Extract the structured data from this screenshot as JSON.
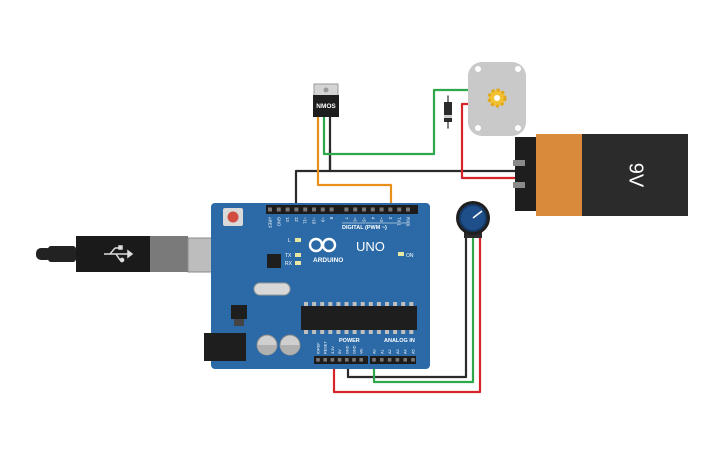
{
  "components": {
    "transistor": {
      "label": "NMOS"
    },
    "battery": {
      "label": "9V"
    },
    "arduino": {
      "brand": "ARDUINO",
      "model": "UNO",
      "digital_header_label": "DIGITAL (PWM ~)",
      "power_label": "POWER",
      "analog_label": "ANALOG IN",
      "on_label": "ON",
      "l_label": "L",
      "tx_label": "TX",
      "rx_label": "RX",
      "digital_pins": [
        "AREF",
        "GND",
        "13",
        "12",
        "~11",
        "~10",
        "~9",
        "8",
        "7",
        "~6",
        "~5",
        "4",
        "~3",
        "2",
        "TX 1",
        "RX 0"
      ],
      "power_pins": [
        "IOREF",
        "RESET",
        "3.3V",
        "5V",
        "GND",
        "GND",
        "Vin"
      ],
      "analog_pins": [
        "A0",
        "A1",
        "A2",
        "A3",
        "A4",
        "A5"
      ]
    }
  },
  "colors": {
    "board": "#2b6aa6",
    "wire_black": "#2a2a2a",
    "wire_orange": "#e8901c",
    "wire_green": "#2ea84a",
    "wire_red": "#d6242a",
    "battery_orange": "#d98a3b",
    "battery_black": "#2b2b2b",
    "motor_body": "#c9c9c9",
    "pot_knob": "#1f4f8a"
  }
}
